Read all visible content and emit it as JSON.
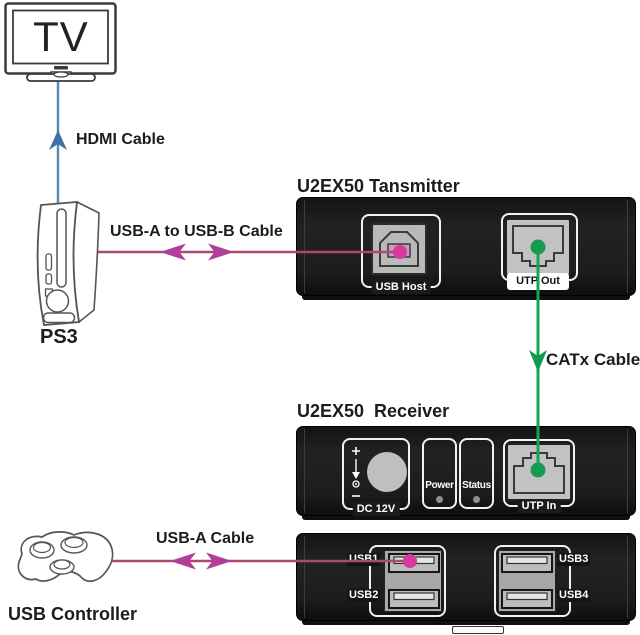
{
  "colors": {
    "hdmi_cable_line": "#5d89b5",
    "hdmi_cable_arrow": "#3f6ea8",
    "usb_cable_line": "#ab4a6e",
    "usb_cable_arrow": "#b23e9b",
    "usb_connector_dot": "#d63a9e",
    "catx_cable_line": "#18a455",
    "device_panel": "#1b1b1b"
  },
  "tv": {
    "label": "TV"
  },
  "ps3": {
    "label": "PS3"
  },
  "controller": {
    "label": "USB Controller"
  },
  "cables": {
    "hdmi": "HDMI Cable",
    "usb_ab": "USB-A to USB-B Cable",
    "catx": "CATx Cable",
    "usb_a": "USB-A Cable"
  },
  "transmitter": {
    "title": "U2EX50 Tansmitter",
    "usb_host": "USB Host",
    "utp_out": "UTP Out"
  },
  "receiver": {
    "title": "U2EX50  Receiver",
    "dc": "DC 12V",
    "power": "Power",
    "status": "Status",
    "utp_in": "UTP In"
  },
  "usb_hub": {
    "ports": [
      "USB1",
      "USB2",
      "USB3",
      "USB4"
    ]
  }
}
